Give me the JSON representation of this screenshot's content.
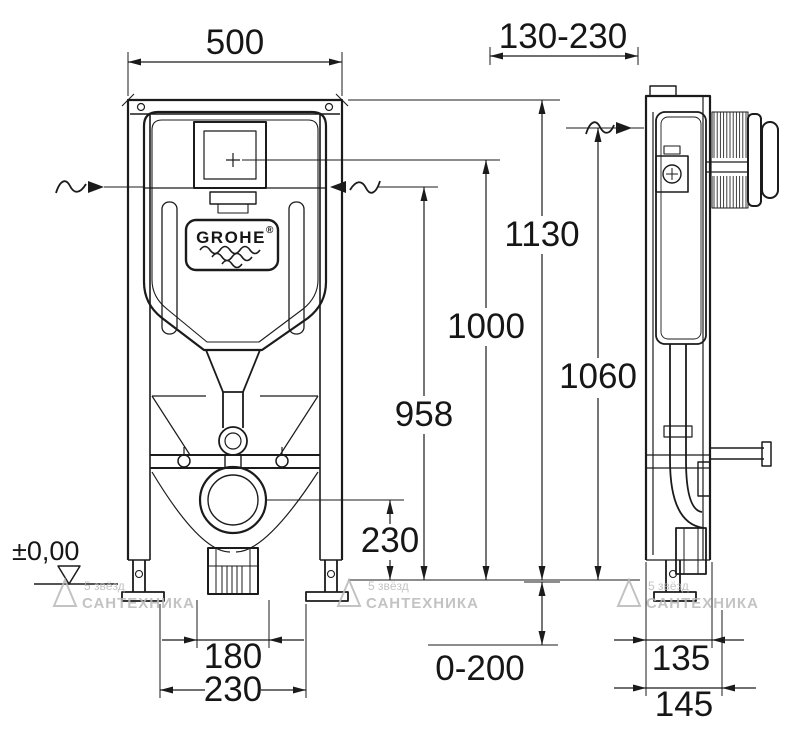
{
  "dimensions": {
    "top_width": "500",
    "wall_distance_range": "130-230",
    "height_total": "1130",
    "height_actuator_center": "1000",
    "height_water_connection": "958",
    "height_side_profile": "1060",
    "drain_center_height": "230",
    "floor_level": "±0,00",
    "outlet_spacing": "180",
    "foot_spacing": "230",
    "leg_adjustment_range": "0-200",
    "frame_depth": "135",
    "total_depth": "145"
  },
  "logo": {
    "brand": "GROHE",
    "registered_mark": "®"
  },
  "watermark": {
    "line_small": "5 звёзд",
    "line_main": "САНТЕХНИКА"
  },
  "colors": {
    "line": "#1b1b1b",
    "watermark": "#b9b9b9",
    "background": "#ffffff"
  }
}
